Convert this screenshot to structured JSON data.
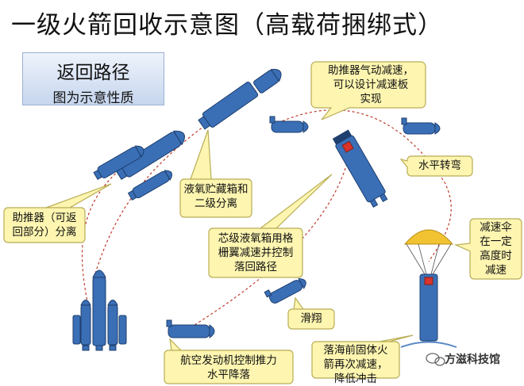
{
  "title": "一级火箭回收示意图（高载荷捆绑式）",
  "legend": {
    "line1": "返回路径",
    "line2": "图为示意性质"
  },
  "callouts": {
    "booster_thrust": [
      "助推器气动减速，",
      "可以设计减速板",
      "实现"
    ],
    "horizontal_turn": [
      "水平转弯"
    ],
    "lox_separation": [
      "液氧贮藏箱和",
      "二级分离"
    ],
    "booster_separation": [
      "助推器（可返",
      "回部分）分离"
    ],
    "core_grid_fins": [
      "芯级液氧箱用格",
      "栅翼减速并控制",
      "落回路径"
    ],
    "parachute": [
      "减速伞",
      "在一定",
      "高度时",
      "减速"
    ],
    "glide": [
      "滑翔"
    ],
    "aero_engine": [
      "航空发动机控制推力",
      "水平降落"
    ],
    "splashdown": [
      "落海前固体火",
      "箭再次减速，",
      "降低冲击"
    ]
  },
  "watermark": "方滋科技馆",
  "colors": {
    "rocket_blue": "#3a6fb6",
    "rocket_dark": "#1f3f6e",
    "callout_fill": "#fdf5b0",
    "callout_stroke": "#b9ad55",
    "parachute": "#f1c232",
    "nozzle_red": "#d9342b",
    "path_red": "#c0392b"
  }
}
